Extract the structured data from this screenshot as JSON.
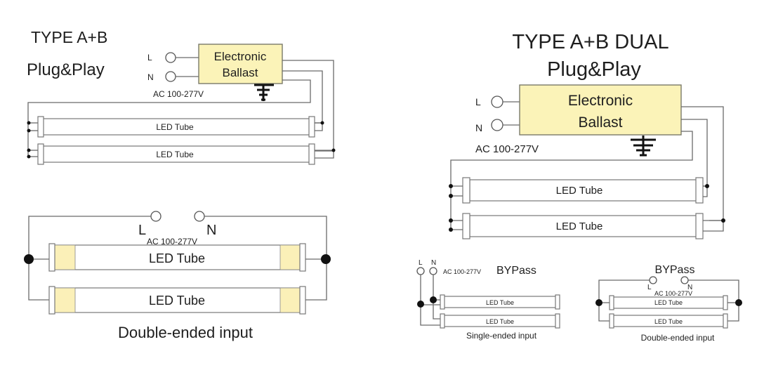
{
  "diagram_a": {
    "title": "TYPE A+B",
    "subtitle": "Plug&Play",
    "terminal_l": "L",
    "terminal_n": "N",
    "ballast_line1": "Electronic",
    "ballast_line2": "Ballast",
    "voltage": "AC 100-277V",
    "tube1": "LED Tube",
    "tube2": "LED Tube",
    "ground_icon": "ground-icon"
  },
  "diagram_b": {
    "terminal_l": "L",
    "terminal_n": "N",
    "voltage": "AC 100-277V",
    "tube1": "LED Tube",
    "tube2": "LED Tube",
    "caption": "Double-ended input"
  },
  "diagram_c": {
    "title": "TYPE A+B DUAL",
    "subtitle": "Plug&Play",
    "terminal_l": "L",
    "terminal_n": "N",
    "ballast_line1": "Electronic",
    "ballast_line2": "Ballast",
    "voltage": "AC 100-277V",
    "tube1": "LED Tube",
    "tube2": "LED Tube",
    "ground_icon": "ground-icon"
  },
  "diagram_d": {
    "title": "BYPass",
    "terminal_l": "L",
    "terminal_n": "N",
    "voltage": "AC 100-277V",
    "tube1": "LED Tube",
    "tube2": "LED Tube",
    "caption": "Single-ended input"
  },
  "diagram_e": {
    "title": "BYPass",
    "terminal_l": "L",
    "terminal_n": "N",
    "voltage": "AC 100-277V",
    "tube1": "LED Tube",
    "tube2": "LED Tube",
    "caption": "Double-ended input"
  },
  "colors": {
    "ballast_fill": "#fbf3b8",
    "tube_end_glow": "#fbf0b8",
    "wire": "#6a6a6a",
    "junction": "#111111"
  }
}
